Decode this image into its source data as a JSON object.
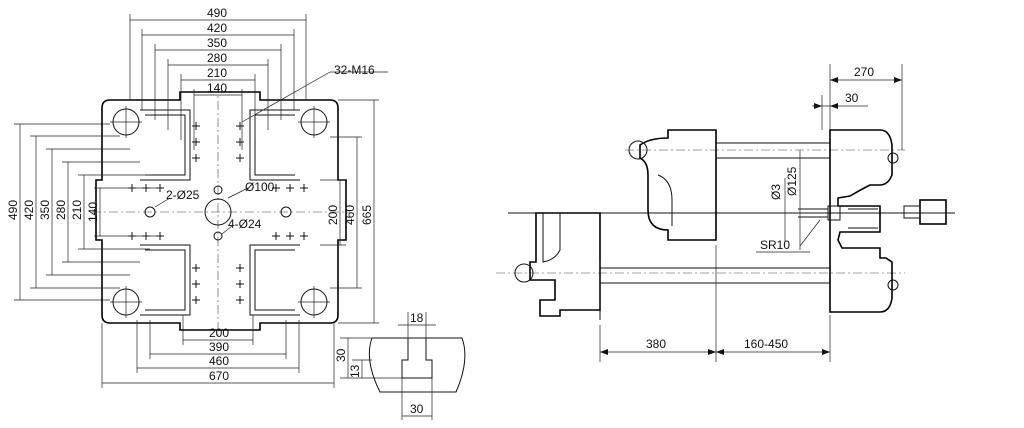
{
  "platen_view": {
    "horizontal_dims": [
      "490",
      "420",
      "350",
      "280",
      "210",
      "140"
    ],
    "vertical_dims": [
      "490",
      "420",
      "350",
      "280",
      "210",
      "140"
    ],
    "bottom_dims": [
      "200",
      "390",
      "460",
      "670"
    ],
    "right_dims": [
      "200",
      "460",
      "665"
    ],
    "callouts": {
      "bolts": "32-M16",
      "small_holes": "2-Ø25",
      "center_hole": "Ø100",
      "pin_holes": "4-Ø24"
    }
  },
  "tslot_detail": {
    "top_width": "18",
    "depth_total": "30",
    "depth_neck": "13",
    "bottom_width": "30"
  },
  "side_view": {
    "top_dims": [
      "270",
      "30"
    ],
    "ejector": {
      "rod_dia": "Ø3",
      "plate_dia": "Ø125",
      "tip_radius": "SR10"
    },
    "bottom_dims": [
      "380",
      "160-450"
    ]
  }
}
